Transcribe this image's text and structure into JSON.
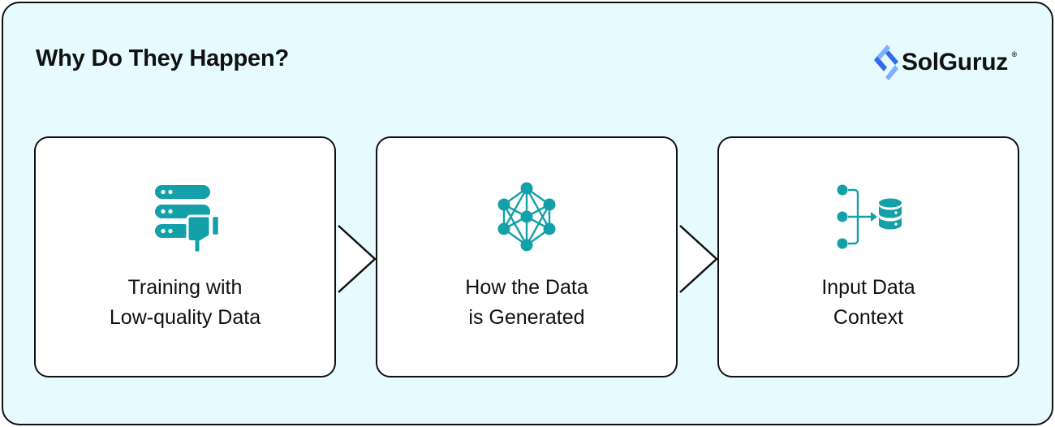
{
  "header": {
    "title": "Why Do They Happen?"
  },
  "brand": {
    "name": "SolGuruz",
    "registered_mark": "®",
    "logo_icon": "solguruz-chevron-logo-icon",
    "colors": {
      "accent_blue": "#2f6bf0",
      "accent_light_blue": "#7fb0ff"
    }
  },
  "colors": {
    "background": "#e6fbfd",
    "card": "#ffffff",
    "border": "#111111",
    "icon_teal": "#14a0a8"
  },
  "steps": [
    {
      "label": "Training with\nLow-quality Data",
      "icon": "server-thumbs-down-icon"
    },
    {
      "label": "How the Data\nis Generated",
      "icon": "neural-network-icon"
    },
    {
      "label": "Input Data\nContext",
      "icon": "data-input-database-icon"
    }
  ]
}
